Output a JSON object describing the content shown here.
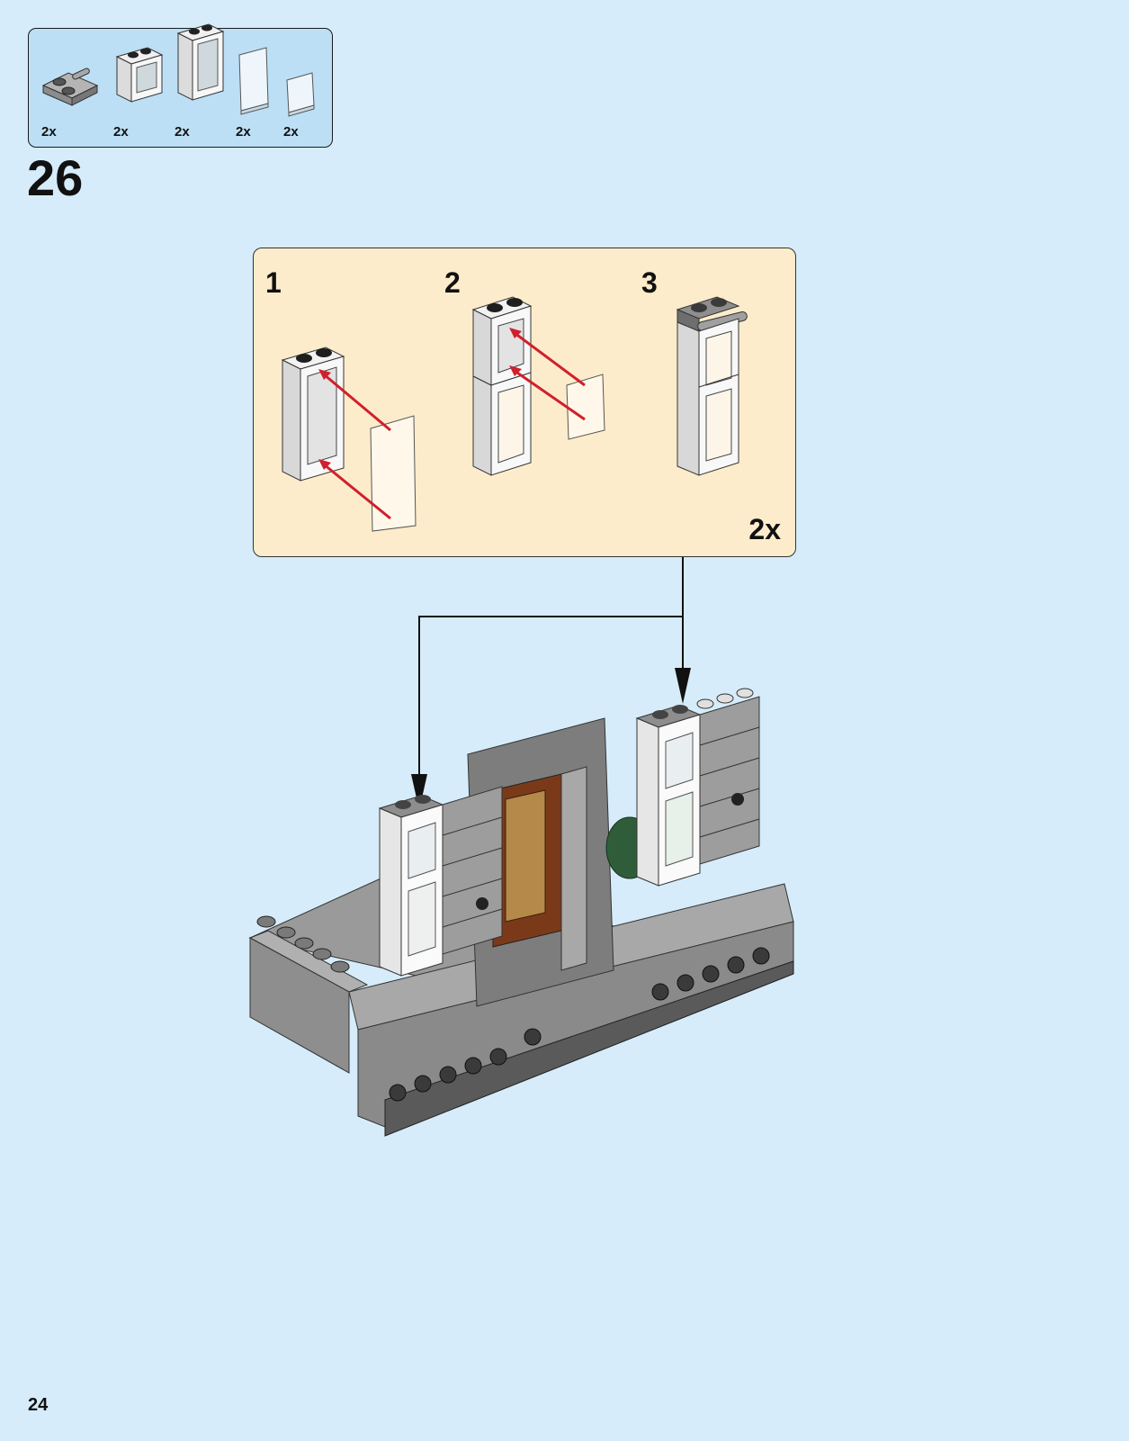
{
  "parts_list": [
    {
      "icon": "gray-plate-bar-handle-icon",
      "qty": "2x"
    },
    {
      "icon": "white-window-frame-short-icon",
      "qty": "2x"
    },
    {
      "icon": "white-window-frame-tall-icon",
      "qty": "2x"
    },
    {
      "icon": "clear-glass-pane-tall-icon",
      "qty": "2x"
    },
    {
      "icon": "clear-glass-pane-short-icon",
      "qty": "2x"
    }
  ],
  "step_number": "26",
  "sub_assembly": {
    "steps": [
      {
        "number": "1",
        "icon": "window-frame-glass-insert-icon"
      },
      {
        "number": "2",
        "icon": "stacked-window-glass-insert-icon"
      },
      {
        "number": "3",
        "icon": "completed-window-tower-icon"
      }
    ],
    "multiplier": "2x"
  },
  "main_model": {
    "icon": "building-facade-model-icon"
  },
  "page_number": "24",
  "colors": {
    "background": "#d6ecfa",
    "parts_box": "#bcdff5",
    "sub_box": "#fdeccb",
    "arrow_red": "#d0202c",
    "brick_gray": "#9c9c9c",
    "brick_dark": "#6e6e6e",
    "frame_white": "#f4f4f4",
    "door_brown": "#7a3a1a"
  }
}
